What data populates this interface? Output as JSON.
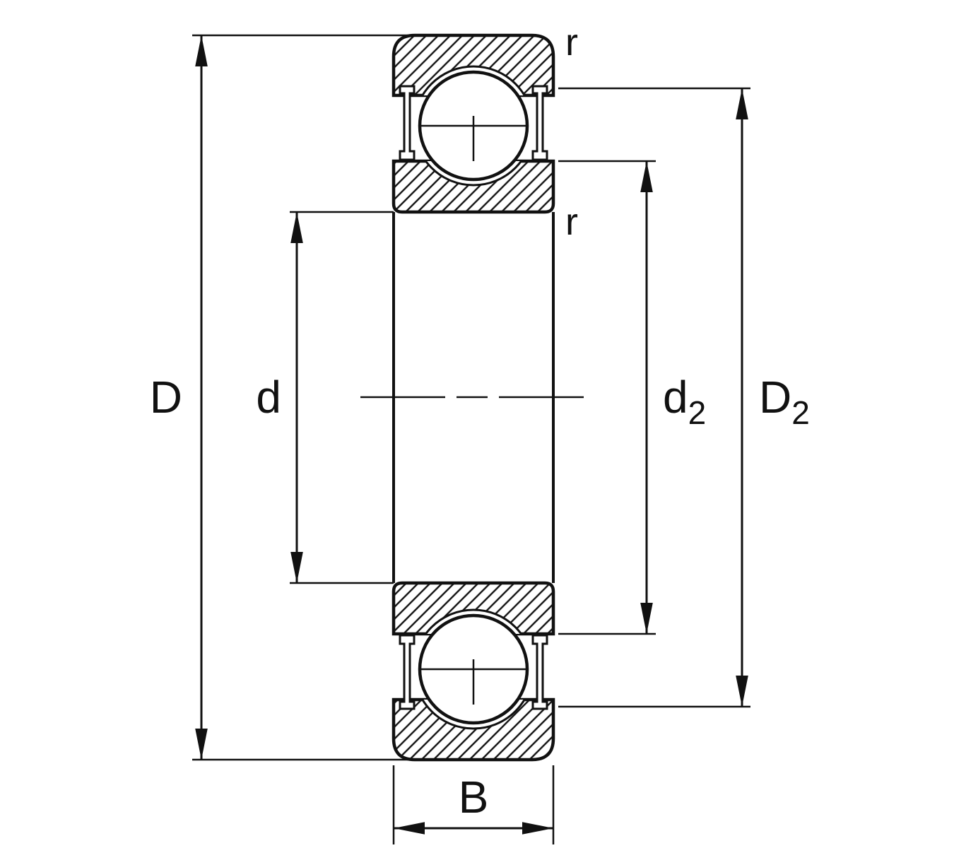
{
  "diagram": {
    "labels": {
      "D": "D",
      "d": "d",
      "d2_base": "d",
      "d2_sub": "2",
      "D2_base": "D",
      "D2_sub": "2",
      "B": "B",
      "r_top": "r",
      "r_mid": "r"
    },
    "colors": {
      "line": "#111111",
      "background": "#ffffff"
    }
  }
}
